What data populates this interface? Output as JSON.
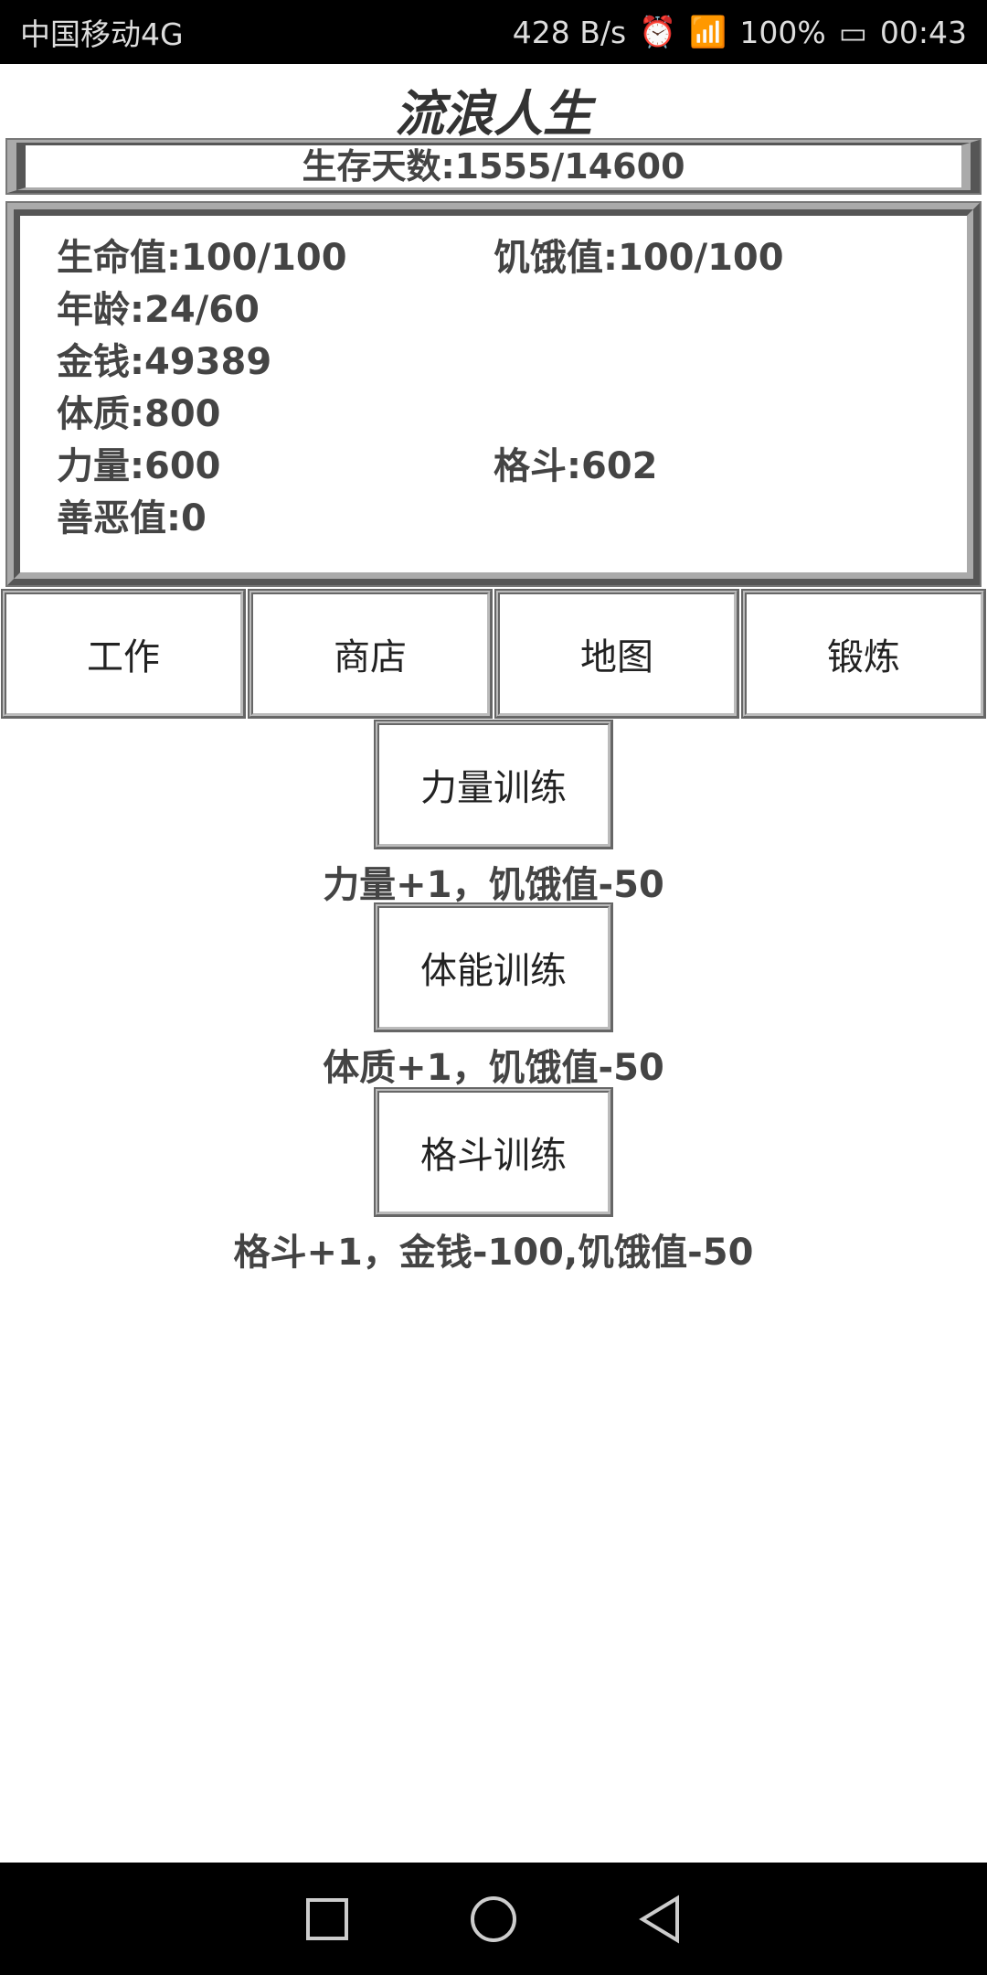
{
  "status_bar": {
    "carrier": "中国移动4G",
    "speed": "428 B/s",
    "battery": "100%",
    "time": "00:43"
  },
  "app": {
    "title": "流浪人生",
    "days": "生存天数:1555/14600"
  },
  "stats": [
    [
      "生命值:100/100",
      "饥饿值:100/100"
    ],
    [
      "年龄:24/60",
      ""
    ],
    [
      "金钱:49389",
      ""
    ],
    [
      "体质:800",
      ""
    ],
    [
      "力量:600",
      "格斗:602"
    ],
    [
      "善恶值:0",
      ""
    ]
  ],
  "nav": [
    "工作",
    "商店",
    "地图",
    "锻炼"
  ],
  "training": [
    {
      "label": "力量训练",
      "desc": "力量+1，饥饿值-50"
    },
    {
      "label": "体能训练",
      "desc": "体质+1，饥饿值-50"
    },
    {
      "label": "格斗训练",
      "desc": "格斗+1，金钱-100,饥饿值-50"
    }
  ]
}
